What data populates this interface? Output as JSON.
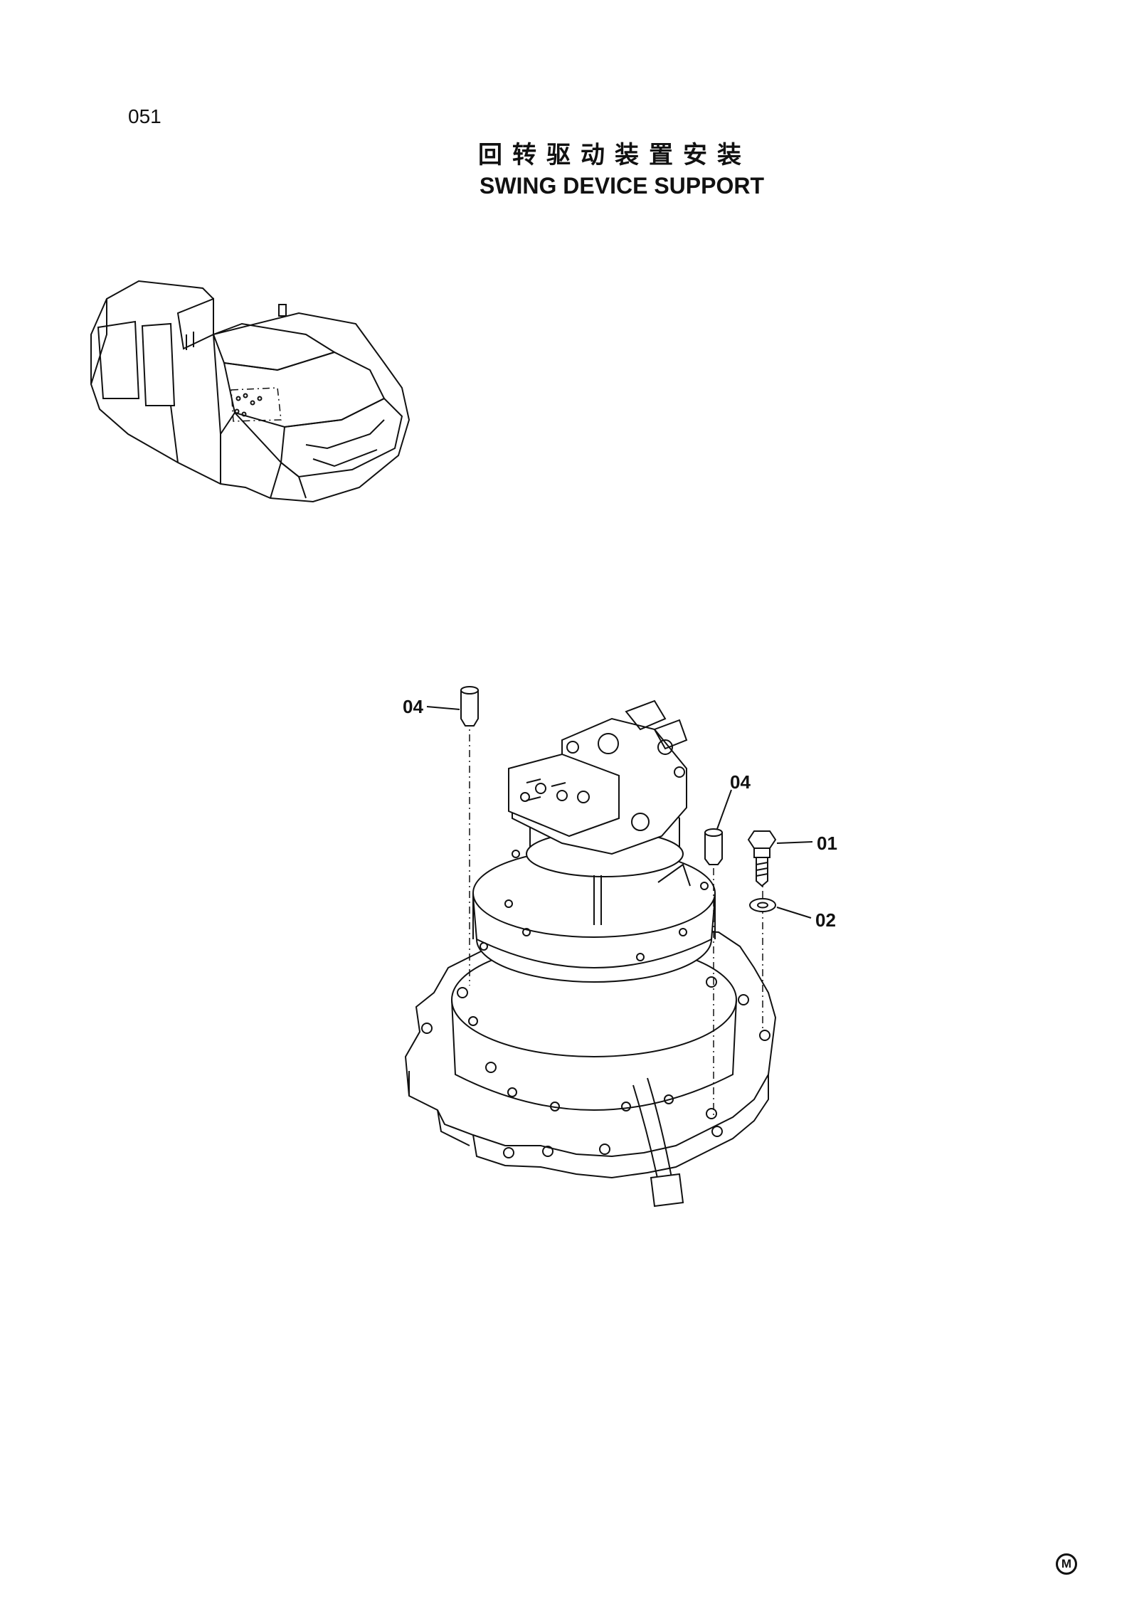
{
  "page_number": "051",
  "title_cn": "回转驱动装置安装",
  "title_en": "SWING DEVICE SUPPORT",
  "callouts": {
    "pin_left": "04",
    "pin_right": "04",
    "bolt": "01",
    "washer": "02"
  },
  "mark": "M"
}
